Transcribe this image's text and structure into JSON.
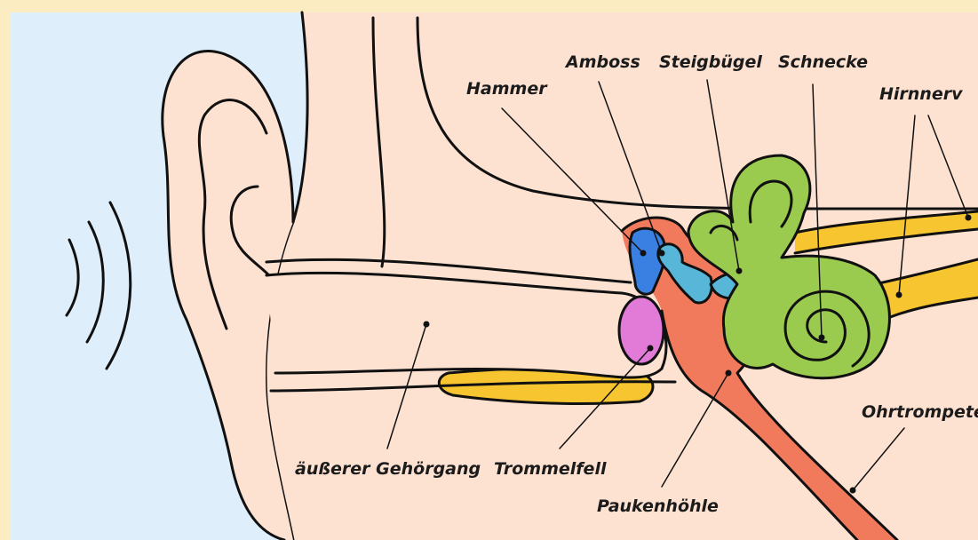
{
  "labels": {
    "hammer": "Hammer",
    "amboss": "Amboss",
    "steigbuegel": "Steigbügel",
    "schnecke": "Schnecke",
    "hirnnerv": "Hirnnerv",
    "ohrtrompete": "Ohrtrompete",
    "gehoergang": "äußerer Gehörgang",
    "trommelfell": "Trommelfell",
    "paukenhoehle": "Paukenhöhle"
  },
  "colors": {
    "frame": "#fbecc2",
    "background": "#deeefa",
    "skin": "#fde2d2",
    "ossicle_blue": "#3a7fe2",
    "ossicle_cyan": "#58b6d8",
    "middle_ear": "#f27a5c",
    "inner_ear": "#9acb4f",
    "nerve": "#f7c530",
    "eardrum": "#e27ad8"
  }
}
